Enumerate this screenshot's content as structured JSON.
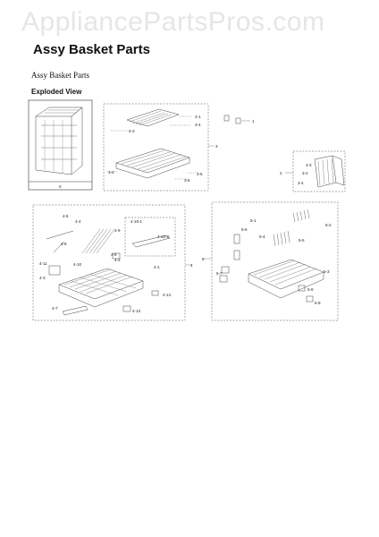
{
  "watermark": "AppliancePartsPros.com",
  "page_title": "Assy Basket Parts",
  "subtitle": "Assy Basket Parts",
  "section_title": "Exploded View",
  "callouts": {
    "overview": "0",
    "top_group": [
      "3-1",
      "3-4",
      "3-3",
      "1",
      "3",
      "3-2",
      "3-5",
      "3-6"
    ],
    "side_group": [
      "2",
      "3-3",
      "3-2",
      "3-4"
    ],
    "left_group": [
      "4-5",
      "4-4",
      "4-6",
      "4-9",
      "4-10-1",
      "4-10-2",
      "4-10",
      "4-2",
      "4-11",
      "4-8",
      "4-1",
      "4-14",
      "4-13",
      "4-7",
      "4",
      "4-3"
    ],
    "right_group": [
      "5-1",
      "5-2",
      "5-4",
      "5-5",
      "5-6",
      "5-3",
      "5",
      "5-7",
      "5-8",
      "5-9"
    ]
  }
}
